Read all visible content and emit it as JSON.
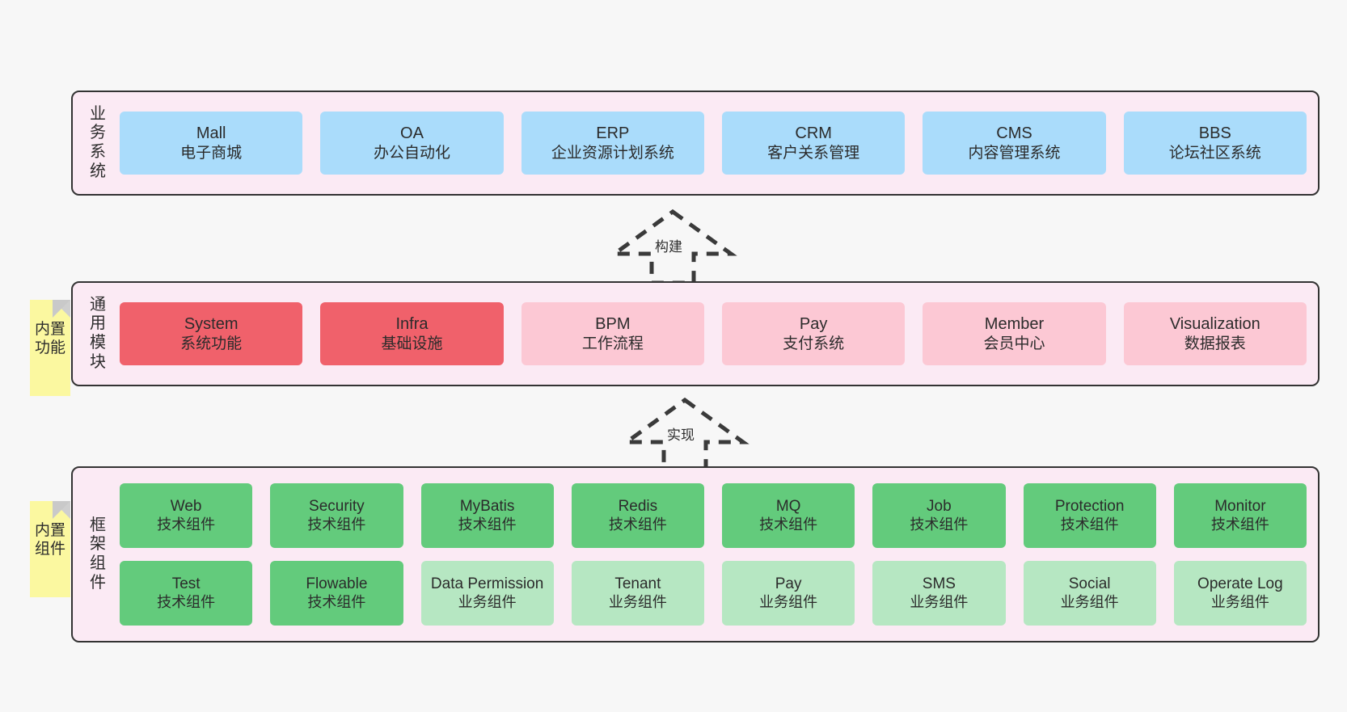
{
  "diagram": {
    "background_color": "#f7f7f7",
    "layer_fill": "#fbeaf4",
    "layer_border": "#333333"
  },
  "layers": [
    {
      "id": "business",
      "title": "业务系统",
      "cell_color": "#aadcfb",
      "rows": [
        [
          {
            "en": "Mall",
            "cn": "电子商城"
          },
          {
            "en": "OA",
            "cn": "办公自动化"
          },
          {
            "en": "ERP",
            "cn": "企业资源计划系统"
          },
          {
            "en": "CRM",
            "cn": "客户关系管理"
          },
          {
            "en": "CMS",
            "cn": "内容管理系统"
          },
          {
            "en": "BBS",
            "cn": "论坛社区系统"
          }
        ]
      ]
    },
    {
      "id": "common",
      "title": "通用模块",
      "note": "内置功能",
      "cell_color_strong": "#f0616b",
      "cell_color_soft": "#fcc8d4",
      "rows": [
        [
          {
            "en": "System",
            "cn": "系统功能",
            "style": "strong"
          },
          {
            "en": "Infra",
            "cn": "基础设施",
            "style": "strong"
          },
          {
            "en": "BPM",
            "cn": "工作流程",
            "style": "soft"
          },
          {
            "en": "Pay",
            "cn": "支付系统",
            "style": "soft"
          },
          {
            "en": "Member",
            "cn": "会员中心",
            "style": "soft"
          },
          {
            "en": "Visualization",
            "cn": "数据报表",
            "style": "soft"
          }
        ]
      ]
    },
    {
      "id": "framework",
      "title": "框架组件",
      "note": "内置组件",
      "cell_color_tech": "#63cb7c",
      "cell_color_biz": "#b6e7c2",
      "rows": [
        [
          {
            "en": "Web",
            "cn": "技术组件",
            "style": "tech"
          },
          {
            "en": "Security",
            "cn": "技术组件",
            "style": "tech"
          },
          {
            "en": "MyBatis",
            "cn": "技术组件",
            "style": "tech"
          },
          {
            "en": "Redis",
            "cn": "技术组件",
            "style": "tech"
          },
          {
            "en": "MQ",
            "cn": "技术组件",
            "style": "tech"
          },
          {
            "en": "Job",
            "cn": "技术组件",
            "style": "tech"
          },
          {
            "en": "Protection",
            "cn": "技术组件",
            "style": "tech"
          },
          {
            "en": "Monitor",
            "cn": "技术组件",
            "style": "tech"
          }
        ],
        [
          {
            "en": "Test",
            "cn": "技术组件",
            "style": "tech"
          },
          {
            "en": "Flowable",
            "cn": "技术组件",
            "style": "tech"
          },
          {
            "en": "Data Permission",
            "cn": "业务组件",
            "style": "biz"
          },
          {
            "en": "Tenant",
            "cn": "业务组件",
            "style": "biz"
          },
          {
            "en": "Pay",
            "cn": "业务组件",
            "style": "biz"
          },
          {
            "en": "SMS",
            "cn": "业务组件",
            "style": "biz"
          },
          {
            "en": "Social",
            "cn": "业务组件",
            "style": "biz"
          },
          {
            "en": "Operate Log",
            "cn": "业务组件",
            "style": "biz"
          }
        ]
      ]
    }
  ],
  "arrows": [
    {
      "id": "build",
      "label": "构建",
      "style": "dashed-hollow-up"
    },
    {
      "id": "impl",
      "label": "实现",
      "style": "dashed-hollow-up"
    }
  ]
}
